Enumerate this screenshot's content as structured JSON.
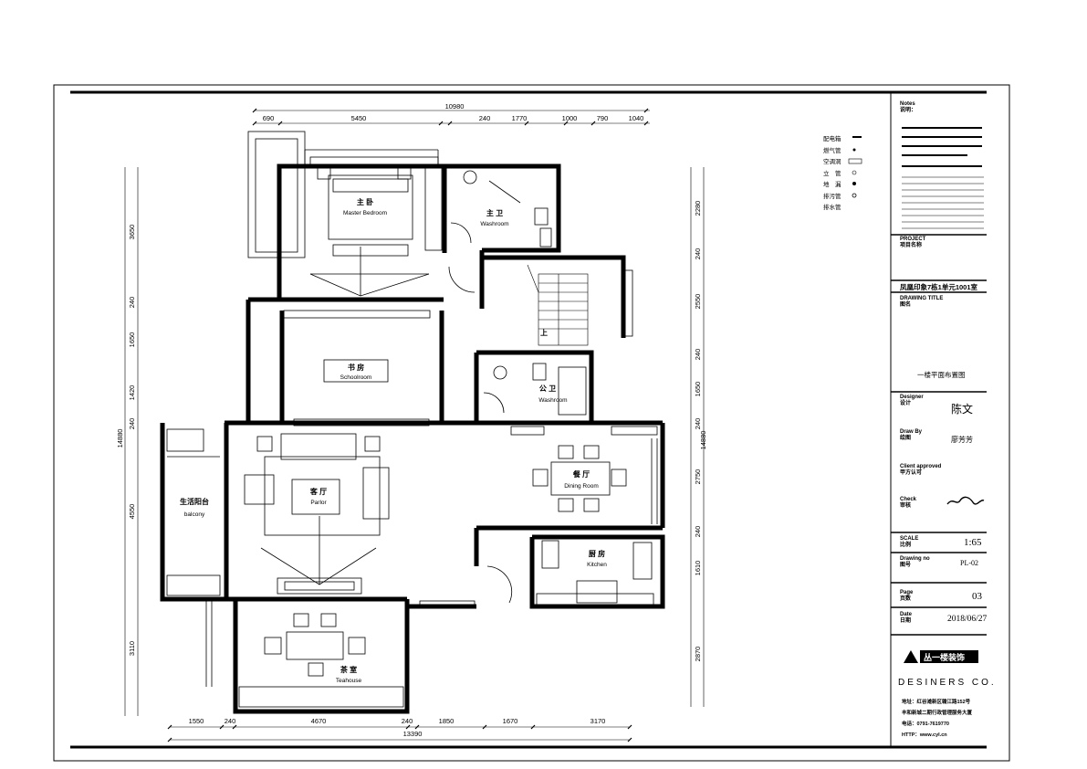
{
  "dimensions": {
    "top_total": "10980",
    "top": [
      "690",
      "5450",
      "240",
      "1770",
      "1000",
      "790",
      "1040"
    ],
    "bottom": [
      "1550",
      "240",
      "4670",
      "240",
      "1850",
      "1670",
      "3170"
    ],
    "bottom_total": "13390",
    "left": [
      "3650",
      "240",
      "1650",
      "1420",
      "240",
      "4550",
      "3110"
    ],
    "left_total": "14880",
    "right": [
      "2280",
      "240",
      "2550",
      "240",
      "1650",
      "240",
      "2750",
      "240",
      "1610",
      "2870"
    ],
    "right_total": "14880"
  },
  "rooms": {
    "master_bedroom": {
      "cn": "主 卧",
      "en": "Master Bedroom"
    },
    "master_washroom": {
      "cn": "主 卫",
      "en": "Washroom"
    },
    "schoolroom": {
      "cn": "书 房",
      "en": "Schoolroom"
    },
    "public_washroom": {
      "cn": "公 卫",
      "en": "Washroom"
    },
    "parlor": {
      "cn": "客 厅",
      "en": "Parlor"
    },
    "dining": {
      "cn": "餐 厅",
      "en": "Dining Room"
    },
    "kitchen": {
      "cn": "厨 房",
      "en": "Kitchen"
    },
    "teahouse": {
      "cn": "茶 室",
      "en": "Teahouse"
    },
    "balcony": {
      "cn": "生活阳台",
      "en": "balcony"
    },
    "stair_up": "上"
  },
  "legend": {
    "items": [
      "配电箱",
      "燃气管",
      "空调洞",
      "立　管",
      "地　漏",
      "排污管",
      "排水管"
    ]
  },
  "title_block": {
    "notes_en": "Notes",
    "notes_cn": "说明：",
    "project_en": "PROJECT",
    "project_cn": "项目名称",
    "project_name": "凤凰印象7栋1单元1001室",
    "drawing_title_en": "DRAWING TITLE",
    "drawing_title_cn": "图名",
    "drawing_name": "一楼平面布置图",
    "designer_en": "Designer",
    "designer_cn": "设计",
    "designer_name": "陈文",
    "drawby_en": "Draw By",
    "drawby_cn": "绘图",
    "drawby_name": "廖芳芳",
    "client_en": "Client approved",
    "client_cn": "甲方认可",
    "check_en": "Check",
    "check_cn": "审核",
    "scale_en": "SCALE",
    "scale_cn": "比例",
    "scale": "1:65",
    "drawing_no_en": "Drawing no",
    "drawing_no_cn": "图号",
    "drawing_no": "PL-02",
    "page_en": "Page",
    "page_cn": "页数",
    "page": "03",
    "date_en": "Date",
    "date_cn": "日期",
    "date": "2018/06/27",
    "company_brand": "丛一楼装饰",
    "company_en": "DESINERS CO.",
    "address": "地址：红谷滩新区赣江路152号",
    "address2": "丰和新城二期行政管理服务大厦",
    "phone": "电话：0791-7619770",
    "http": "HTTP：www.cyl.cn"
  }
}
